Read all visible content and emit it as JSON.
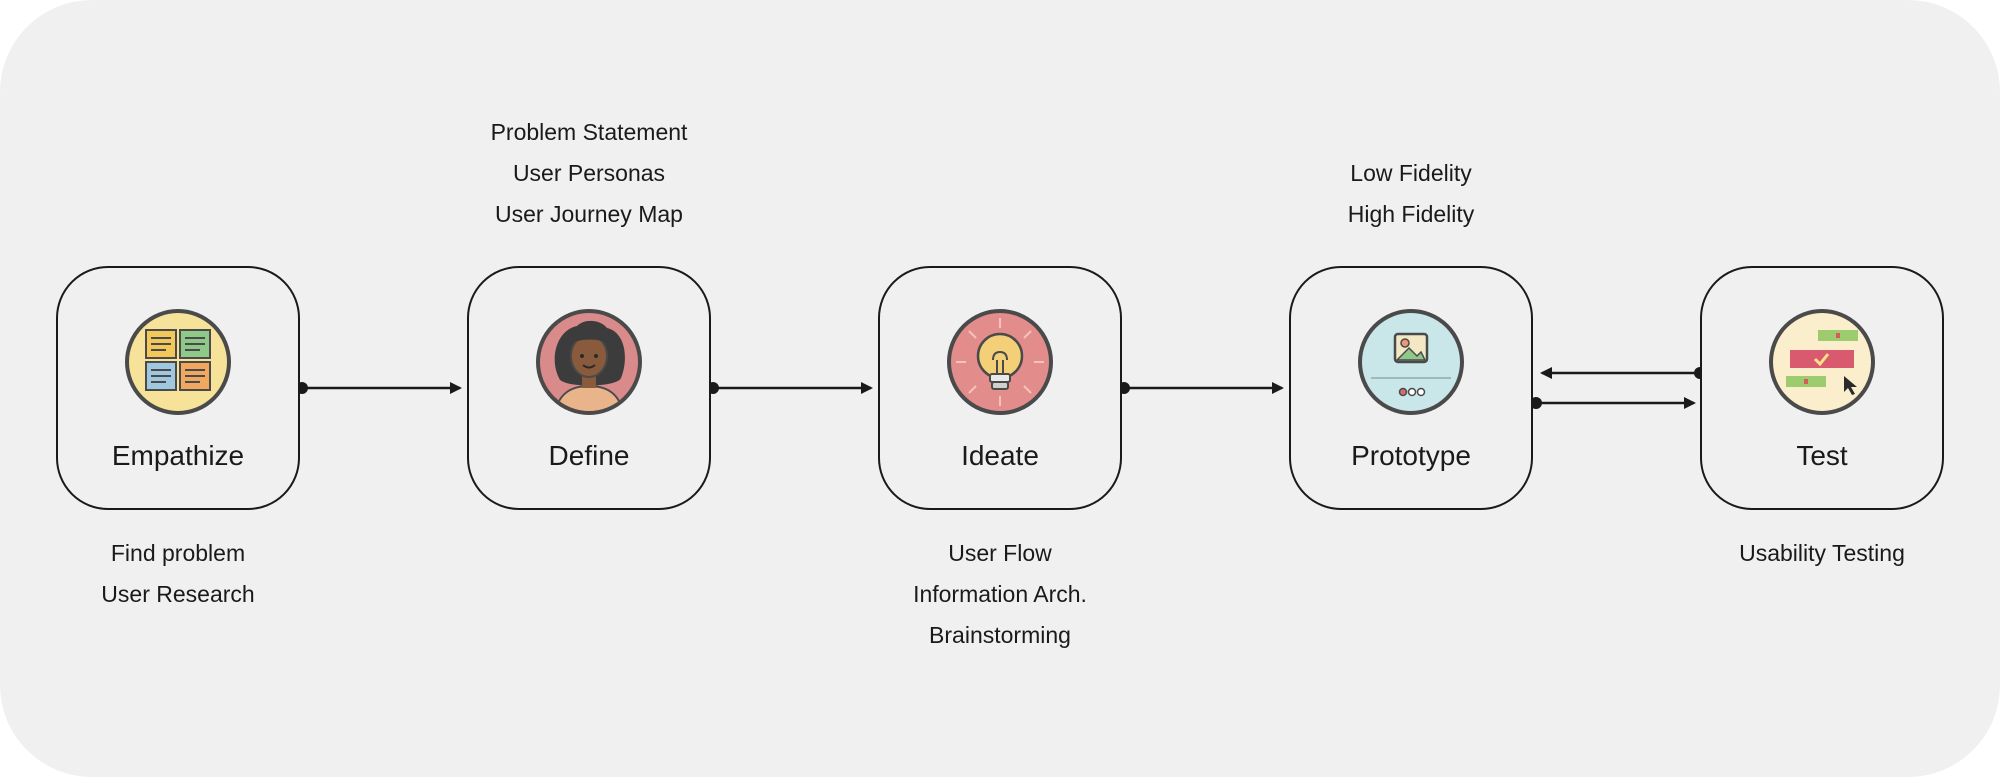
{
  "colors": {
    "background": "#f0f0f0",
    "stroke": "#1a1a1a"
  },
  "stages": [
    {
      "name": "Empathize",
      "icon": "sticky-notes-icon",
      "notes": [
        "Find problem",
        "User Research"
      ]
    },
    {
      "name": "Define",
      "icon": "persona-avatar-icon",
      "notes": [
        "Problem Statement",
        "User Personas",
        "User Journey Map"
      ]
    },
    {
      "name": "Ideate",
      "icon": "lightbulb-icon",
      "notes": [
        "User Flow",
        "Information Arch.",
        "Brainstorming"
      ]
    },
    {
      "name": "Prototype",
      "icon": "image-prototype-icon",
      "notes": [
        "Low Fidelity",
        "High Fidelity"
      ]
    },
    {
      "name": "Test",
      "icon": "usability-test-icon",
      "notes": [
        "Usability Testing"
      ]
    }
  ]
}
